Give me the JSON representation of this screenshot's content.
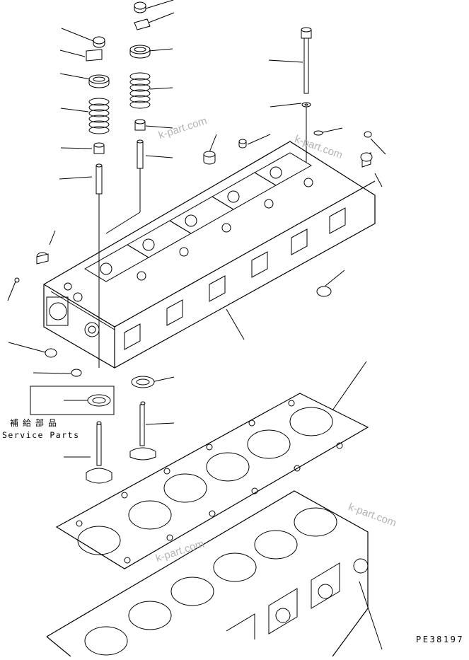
{
  "labels": {
    "service_parts_jp": "補給部品",
    "service_parts_en": "Service Parts",
    "drawing_code": "PE38197"
  },
  "watermarks": [
    "k-part.com",
    "k-part.com",
    "k-part.com",
    "k-part.com"
  ],
  "colors": {
    "line": "#000000",
    "watermark": "#b4b4b4",
    "background": "#ffffff"
  }
}
